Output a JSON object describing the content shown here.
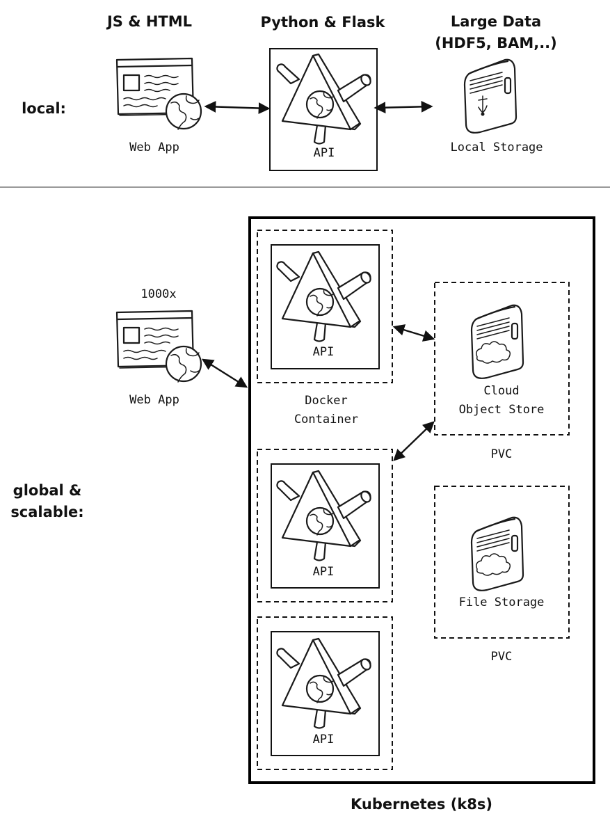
{
  "headers": {
    "js_html": "JS & HTML",
    "python_flask": "Python & Flask",
    "large_data_line1": "Large Data",
    "large_data_line2": "(HDF5, BAM,..)"
  },
  "rows": {
    "local": "local:",
    "global_line1": "global &",
    "global_line2": "scalable:"
  },
  "labels": {
    "web_app": "Web App",
    "api": "API",
    "local_storage": "Local Storage",
    "multiplier": "1000x",
    "docker_line1": "Docker",
    "docker_line2": "Container",
    "cloud_line1": "Cloud",
    "cloud_line2": "Object Store",
    "file_storage": "File Storage",
    "pvc": "PVC",
    "kubernetes": "Kubernetes (k8s)"
  },
  "icons": {
    "web_app": "web-app-icon",
    "api": "flask-api-icon",
    "local_storage": "usb-storage-icon",
    "cloud_storage": "cloud-storage-icon"
  }
}
